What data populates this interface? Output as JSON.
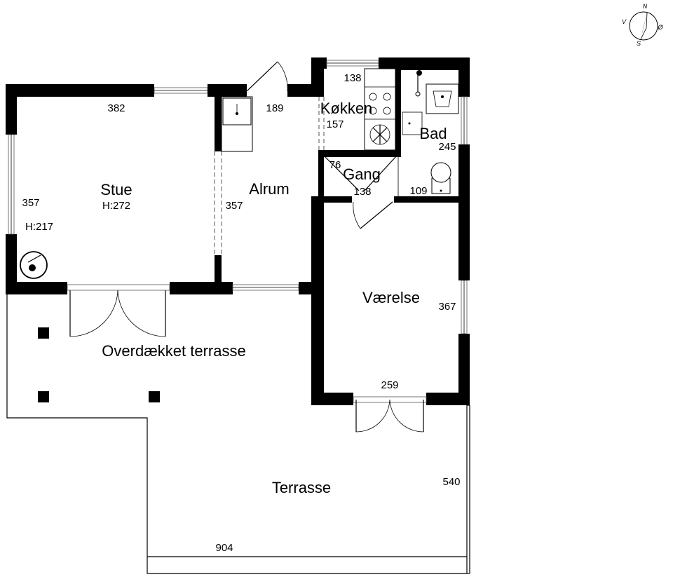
{
  "plan": {
    "rooms": {
      "stue": {
        "name": "Stue",
        "height": "H:272"
      },
      "alrum": {
        "name": "Alrum"
      },
      "kokken": {
        "name": "Køkken"
      },
      "bad": {
        "name": "Bad"
      },
      "gang": {
        "name": "Gang"
      },
      "vaerelse": {
        "name": "Værelse"
      },
      "overdaekket": {
        "name": "Overdækket terrasse"
      },
      "terrasse": {
        "name": "Terrasse"
      }
    },
    "dimensions": {
      "stue_width": "382",
      "stue_depth": "357",
      "window_height": "H:217",
      "alrum_width": "189",
      "alrum_depth": "357",
      "kokken_width": "138",
      "kokken_depth": "157",
      "bad_depth": "245",
      "bad_width": "109",
      "gang_depth": "76",
      "gang_width": "138",
      "vaerelse_depth": "367",
      "vaerelse_width": "259",
      "terrasse_depth": "540",
      "terrasse_width": "904"
    },
    "compass": {
      "north": "N",
      "south": "S",
      "east": "Ø",
      "west": "V"
    },
    "colors": {
      "wall": "#000000",
      "background": "#ffffff"
    }
  }
}
